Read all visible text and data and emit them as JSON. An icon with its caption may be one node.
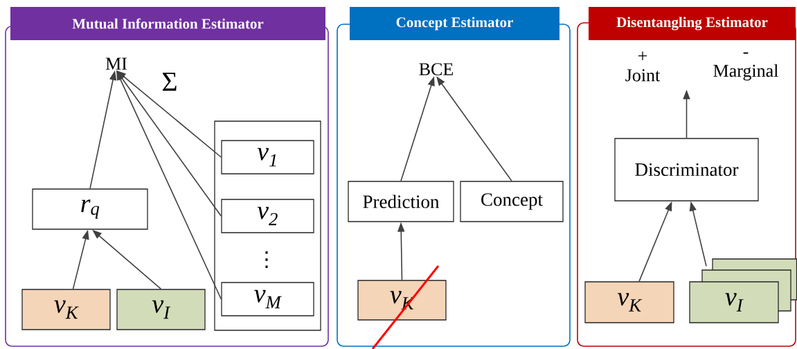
{
  "diagram": {
    "nodes": [
      {
        "text": [
          "Mutual Information Estimator"
        ]
      },
      {
        "text": [
          "Concept Estimator"
        ]
      },
      {
        "text": [
          "Disentangling Estimator"
        ]
      },
      {
        "text": [
          "MI"
        ],
        "in": 0
      },
      {
        "text": [
          "r$_{q}$"
        ],
        "in": 0
      },
      {
        "text": [],
        "shape": "box",
        "in": 0
      },
      {
        "text": [
          "v$_{1}$"
        ],
        "in": 5
      },
      {
        "text": [
          "v$_{2}$"
        ],
        "in": 5
      },
      {
        "text": [
          "v$_{M}$"
        ],
        "in": 5
      },
      {
        "text": [
          "v$_{K}$"
        ],
        "in": 0
      },
      {
        "text": [
          "v$_{I}$"
        ],
        "in": 0
      },
      {
        "text": [
          "BCE"
        ],
        "in": 1
      },
      {
        "text": [
          "Prediction"
        ],
        "in": 1
      },
      {
        "text": [
          "Concept"
        ],
        "in": 1
      },
      {
        "text": [
          "v$_{K}$"
        ],
        "in": 1
      },
      {
        "text": [
          "+",
          "Joint"
        ],
        "in": 2
      },
      {
        "text": [
          "-",
          "Marginal"
        ],
        "in": 2
      },
      {
        "text": [
          "Discriminator"
        ],
        "in": 2
      },
      {
        "text": [
          "v$_{K}$"
        ],
        "in": 2
      },
      {
        "text": [
          "v$_{I}$"
        ],
        "in": 2
      }
    ],
    "edges": [
      {
        "from": 4,
        "to": 3,
        "arrow": "to"
      },
      {
        "from": 6,
        "to": 3,
        "arrow": "to"
      },
      {
        "from": 7,
        "to": 3,
        "arrow": "to"
      },
      {
        "from": 8,
        "to": 3,
        "arrow": "to"
      },
      {
        "from": 9,
        "to": 4,
        "arrow": "to"
      },
      {
        "from": 10,
        "to": 4,
        "arrow": "to"
      },
      {
        "from": 12,
        "to": 11,
        "arrow": "to"
      },
      {
        "from": 13,
        "to": 11,
        "arrow": "to"
      },
      {
        "from": 14,
        "to": 12,
        "arrow": "to"
      },
      {
        "from": 17,
        "to": null,
        "arrow": "to"
      },
      {
        "from": 18,
        "to": 17,
        "arrow": "to"
      },
      {
        "from": 19,
        "to": 17,
        "arrow": "to"
      }
    ],
    "labels": [
      "Σ",
      "⋮"
    ]
  }
}
